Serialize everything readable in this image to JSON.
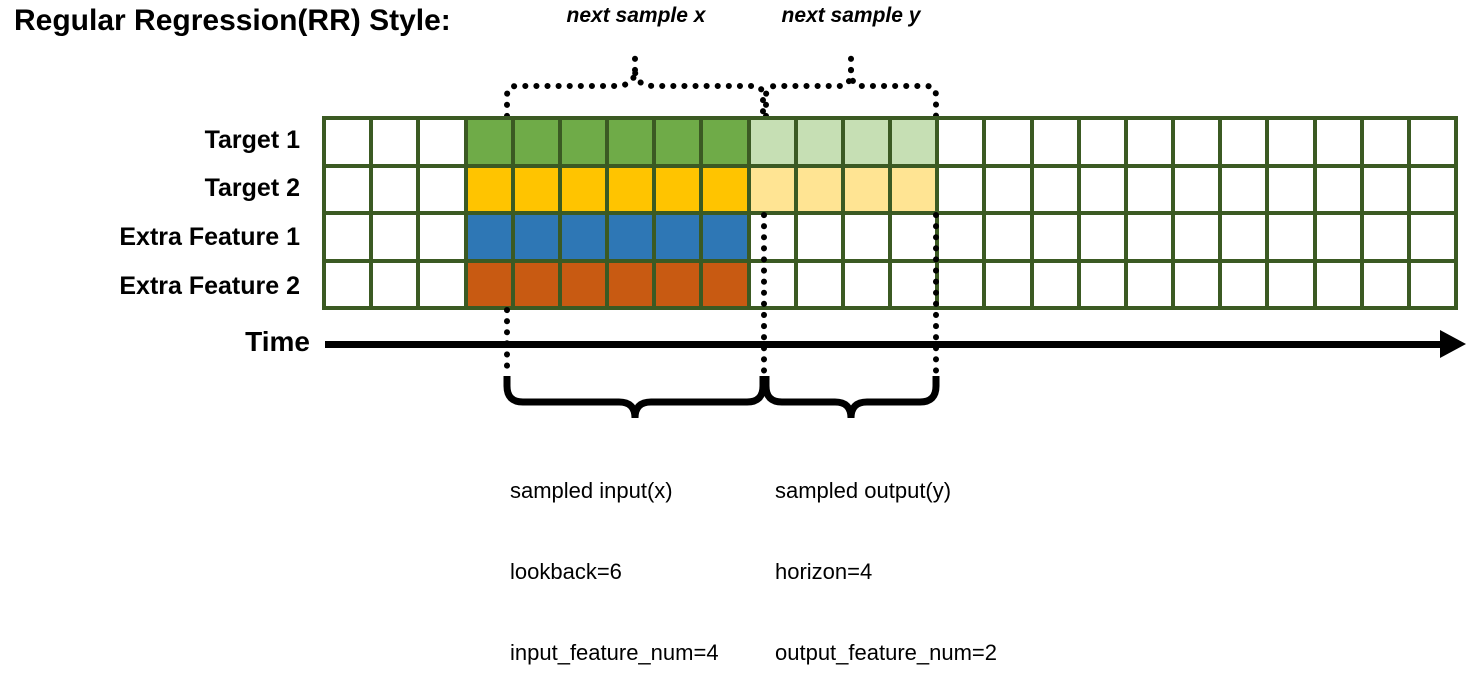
{
  "title": "Regular Regression(RR) Style:",
  "row_labels": [
    "Target 1",
    "Target 2",
    "Extra Feature 1",
    "Extra Feature 2"
  ],
  "time_axis": {
    "label": "Time"
  },
  "top_braces": [
    {
      "caption": "next sample x"
    },
    {
      "caption": "next sample y"
    }
  ],
  "bottom_annotations": [
    {
      "line1": "sampled input(x)",
      "line2": "lookback=6",
      "line3": "input_feature_num=4"
    },
    {
      "line1": "sampled output(y)",
      "line2": "horizon=4",
      "line3": "output_feature_num=2"
    }
  ],
  "colors": {
    "grid_border": "#3b5a23",
    "empty": "#ffffff",
    "target1_strong": "#6fab48",
    "target1_faded": "#c6dfb4",
    "target2_strong": "#ffc400",
    "target2_faded": "#ffe493",
    "extra1_strong": "#2e77b5",
    "extra2_strong": "#c85a12",
    "axis": "#000000"
  },
  "grid": {
    "columns": 24,
    "rows": 4,
    "input_start_col": 3,
    "input_end_col": 8,
    "output_start_col": 9,
    "output_end_col": 12,
    "cells": [
      [
        "e",
        "e",
        "e",
        "g",
        "g",
        "g",
        "g",
        "g",
        "g",
        "gl",
        "gl",
        "gl",
        "gl",
        "e",
        "e",
        "e",
        "e",
        "e",
        "e",
        "e",
        "e",
        "e",
        "e",
        "e"
      ],
      [
        "e",
        "e",
        "e",
        "y",
        "y",
        "y",
        "y",
        "y",
        "y",
        "yl",
        "yl",
        "yl",
        "yl",
        "e",
        "e",
        "e",
        "e",
        "e",
        "e",
        "e",
        "e",
        "e",
        "e",
        "e"
      ],
      [
        "e",
        "e",
        "e",
        "b",
        "b",
        "b",
        "b",
        "b",
        "b",
        "e",
        "e",
        "e",
        "e",
        "e",
        "e",
        "e",
        "e",
        "e",
        "e",
        "e",
        "e",
        "e",
        "e",
        "e"
      ],
      [
        "e",
        "e",
        "e",
        "o",
        "o",
        "o",
        "o",
        "o",
        "o",
        "e",
        "e",
        "e",
        "e",
        "e",
        "e",
        "e",
        "e",
        "e",
        "e",
        "e",
        "e",
        "e",
        "e",
        "e"
      ]
    ]
  }
}
